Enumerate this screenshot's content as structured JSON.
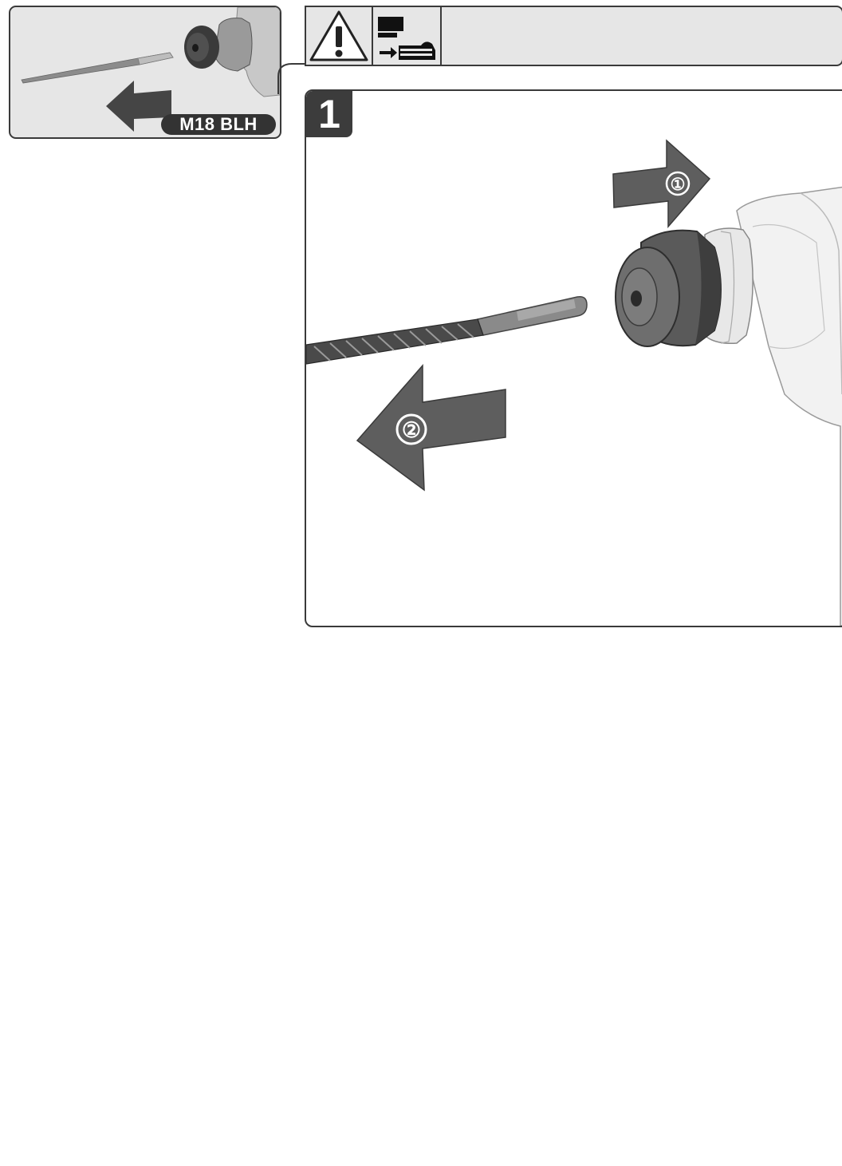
{
  "thumbnail": {
    "model_label": "M18 BLH"
  },
  "header": {
    "icons": [
      "warning-triangle-icon",
      "remove-battery-icon"
    ]
  },
  "step": {
    "number": "1",
    "callouts": [
      "①",
      "②"
    ]
  }
}
